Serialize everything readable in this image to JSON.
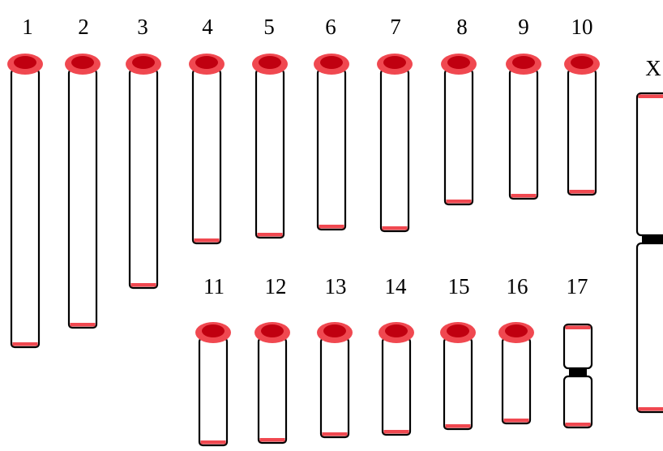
{
  "diagram": {
    "top_row_labels": [
      "1",
      "2",
      "3",
      "4",
      "5",
      "6",
      "7",
      "8",
      "9",
      "10"
    ],
    "bottom_row_labels": [
      "11",
      "12",
      "13",
      "14",
      "15",
      "16",
      "17"
    ],
    "sex_chromosome_label": "X",
    "colors": {
      "outline": "#000000",
      "telomere_cap": "#f04850",
      "telomere_cap_inner": "#c00010",
      "telomere_end": "#f04850",
      "centromere": "#000000",
      "body": "#ffffff"
    }
  }
}
